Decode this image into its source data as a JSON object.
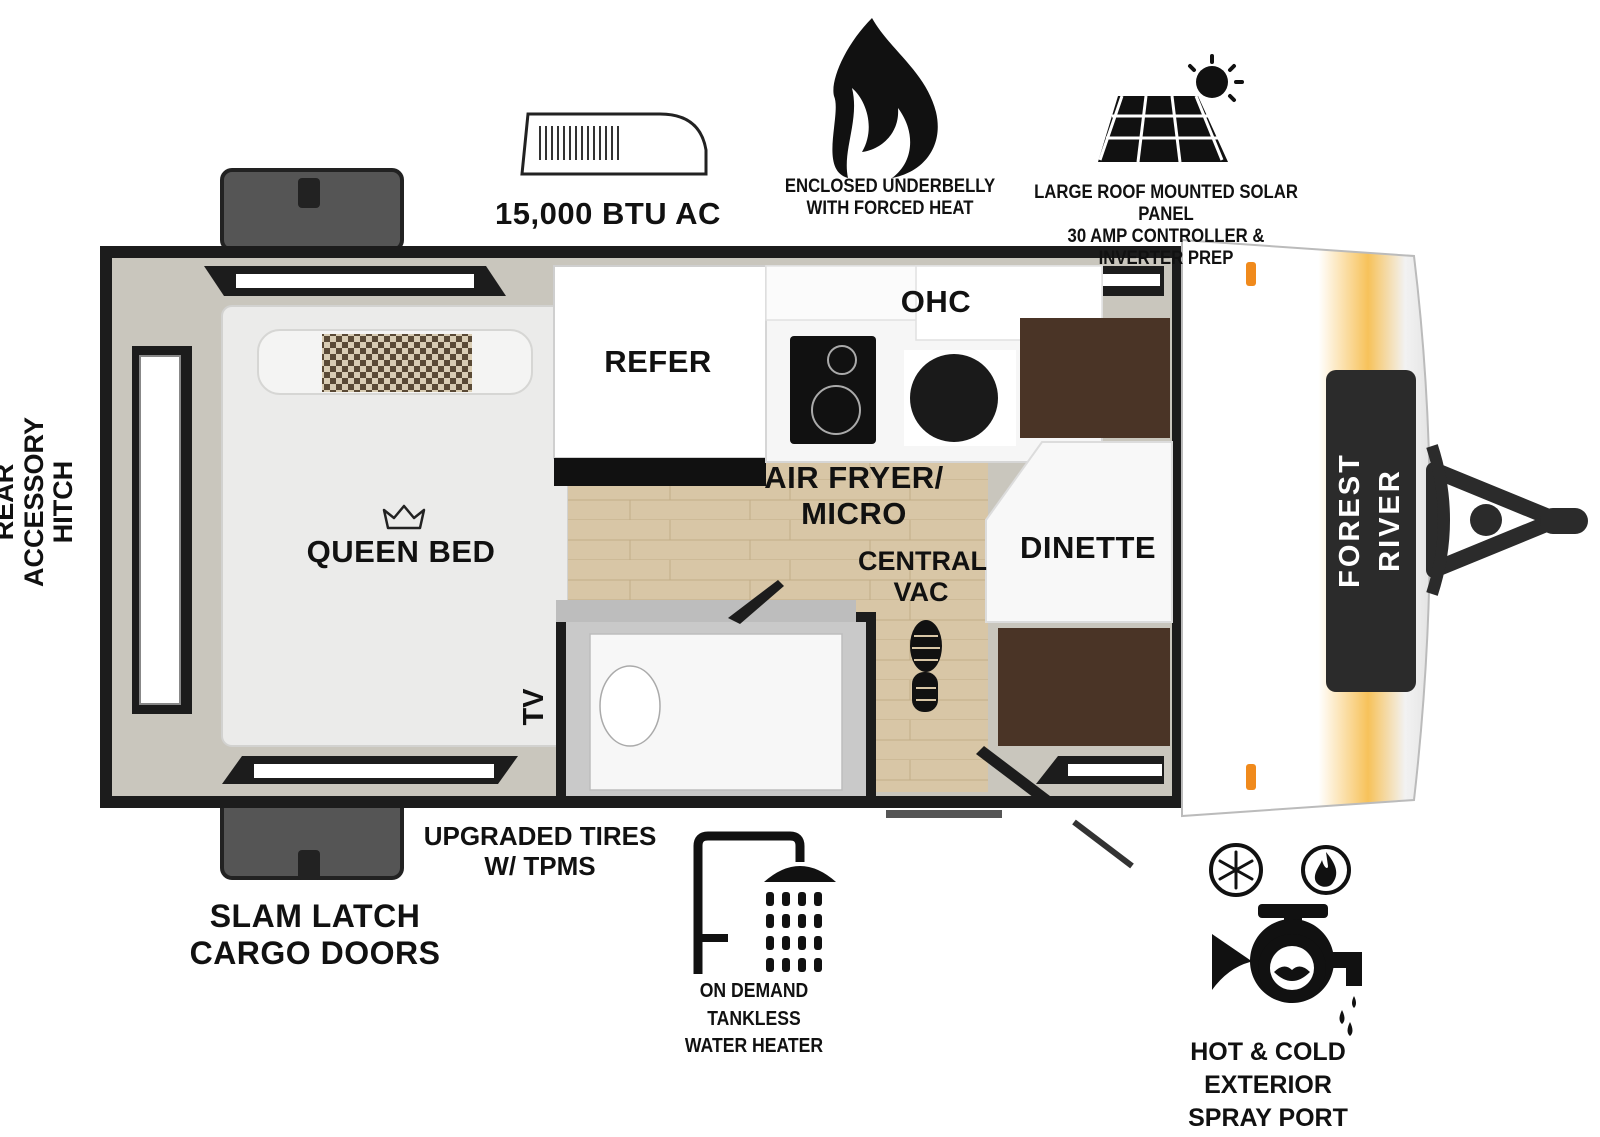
{
  "labels": {
    "ac": "15,000 BTU AC",
    "underbelly": "ENCLOSED UNDERBELLY\nWITH FORCED HEAT",
    "solar": "LARGE ROOF MOUNTED SOLAR PANEL\n30 AMP CONTROLLER & INVERTER PREP",
    "rear_hitch": "REAR\nACCESSORY\nHITCH",
    "queen_bed": "QUEEN BED",
    "refer": "REFER",
    "ohc": "OHC",
    "air_fryer": "AIR FRYER/\nMICRO",
    "central_vac": "CENTRAL\nVAC",
    "dinette": "DINETTE",
    "tv": "TV",
    "brand": "FOREST RIVER",
    "tires": "UPGRADED TIRES\nW/ TPMS",
    "slam_latch": "SLAM LATCH\nCARGO DOORS",
    "water_heater": "ON DEMAND\nTANKLESS\nWATER HEATER",
    "spray_port": "HOT & COLD EXTERIOR\nSPRAY PORT"
  },
  "colors": {
    "wall": "#1c1c1c",
    "floor_border": "#c9c6bd",
    "bed": "#ebebea",
    "wood_floor": "#d8c6a6",
    "dinette_seat": "#4a3426",
    "cabinet": "#ffffff",
    "front_cap": "#f4f4f4",
    "amber": "#f4a428",
    "brand_panel": "#2b2b2b"
  },
  "icons": [
    "air-conditioner-icon",
    "flame-icon",
    "solar-panel-icon",
    "crown-icon",
    "footprint-icon",
    "shower-icon",
    "snowflake-icon",
    "small-flame-icon",
    "faucet-icon"
  ]
}
